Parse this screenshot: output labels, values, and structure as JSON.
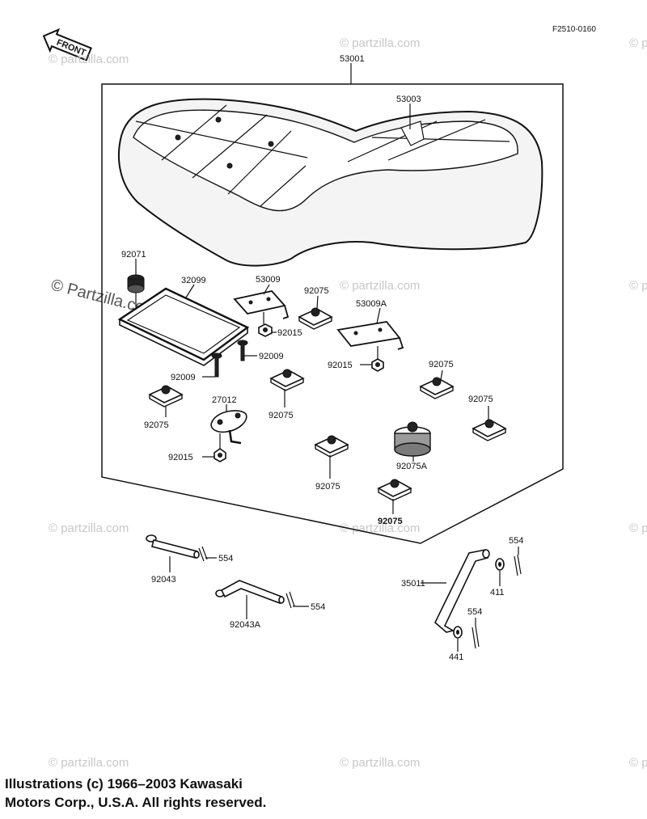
{
  "ref_code": "F2510-0160",
  "front_label": "FRONT",
  "watermarks": {
    "small": "© partzilla.com",
    "large": "© Partzilla.com"
  },
  "copyright": "Illustrations (c) 1966–2003 Kawasaki\nMotors Corp., U.S.A.  All rights reserved.",
  "part_labels": {
    "seat_assy": "53001",
    "cover": "53003",
    "damper": "92071",
    "tray": "32099",
    "bracket_left": "53009",
    "bracket_right": "53009A",
    "nut_a": "92015",
    "nut_b": "92015",
    "nut_c": "92015",
    "screw_a": "92009",
    "screw_b": "92009",
    "stopper_1": "92075",
    "stopper_2": "92075",
    "stopper_3": "92075",
    "stopper_4": "92075",
    "stopper_5": "92075",
    "stopper_6": "92075",
    "stopper_7": "92075",
    "stopper_big": "92075A",
    "hook": "27012",
    "pin": "92043",
    "pin_bent": "92043A",
    "cotter_1": "554",
    "cotter_2": "554",
    "cotter_3": "554",
    "cotter_4": "554",
    "rod": "35011",
    "washer_1": "411",
    "washer_2": "441"
  }
}
